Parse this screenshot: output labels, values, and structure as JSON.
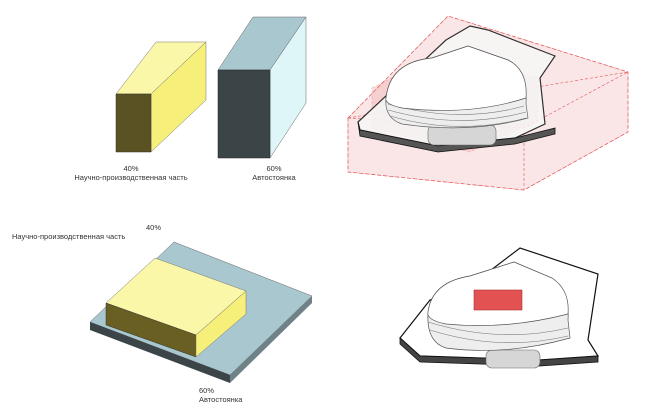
{
  "top_left": {
    "research": {
      "percent": "40%",
      "label": "Научно-производственная часть"
    },
    "parking": {
      "percent": "60%",
      "label": "Автостоянка"
    }
  },
  "bottom_left": {
    "research": {
      "percent": "40%",
      "label": "Научно-производственная часть"
    },
    "parking": {
      "percent": "60%",
      "label": "Автостоянка"
    }
  },
  "colors": {
    "research_top": "#fbf7a8",
    "research_front": "#f6f07a",
    "research_side": "#5a5222",
    "parking_top": "#a9c7cf",
    "parking_front": "#dff6f8",
    "parking_side": "#3b4447",
    "highlight_red": "#e25252"
  }
}
